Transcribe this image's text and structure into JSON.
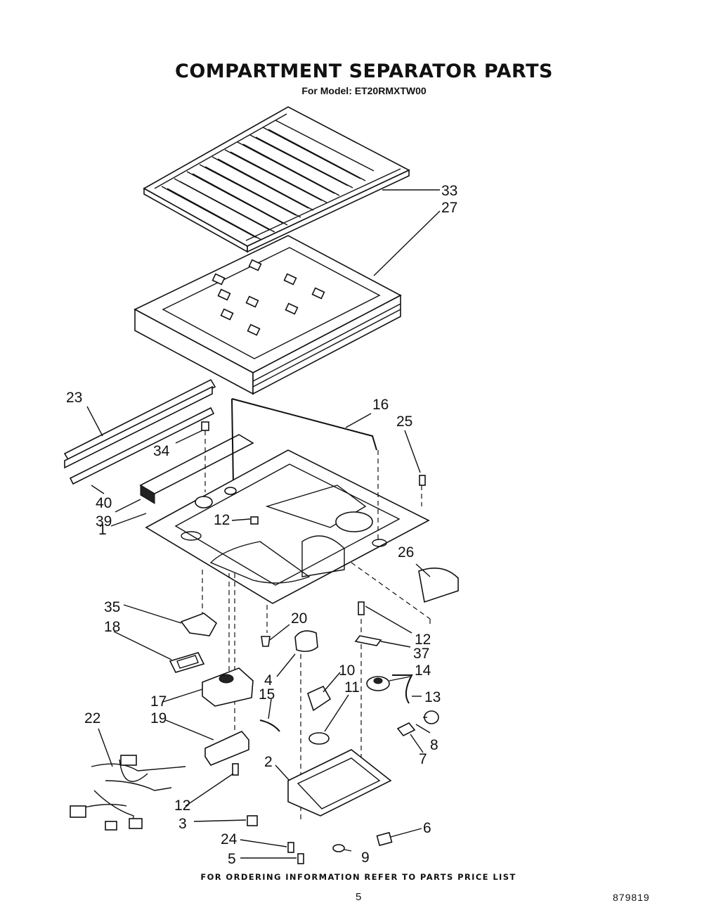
{
  "title": "COMPARTMENT SEPARATOR  PARTS",
  "subtitle": "For Model: ET20RMXTW00",
  "footer": "FOR ORDERING INFORMATION REFER TO PARTS PRICE LIST",
  "page_number": "5",
  "document_number": "879819",
  "callouts": [
    "33",
    "27",
    "23",
    "16",
    "25",
    "34",
    "40",
    "39",
    "12",
    "1",
    "26",
    "35",
    "20",
    "18",
    "12",
    "37",
    "4",
    "10",
    "14",
    "17",
    "15",
    "11",
    "13",
    "22",
    "19",
    "8",
    "7",
    "2",
    "12",
    "3",
    "6",
    "24",
    "9",
    "5"
  ]
}
